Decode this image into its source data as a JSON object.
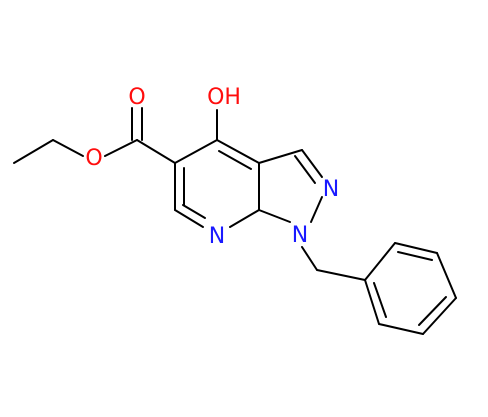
{
  "molecule": {
    "colors": {
      "bond": "#000000",
      "oxygen": "#ff0d0d",
      "nitrogen": "#1a1aff",
      "background": "#ffffff"
    },
    "labels": {
      "hydroxyl": "OH",
      "carbonyl_oxygen": "O",
      "ester_oxygen": "O",
      "pyrazole_n2": "N",
      "pyrazole_n1": "N",
      "pyridine_n": "N"
    }
  }
}
